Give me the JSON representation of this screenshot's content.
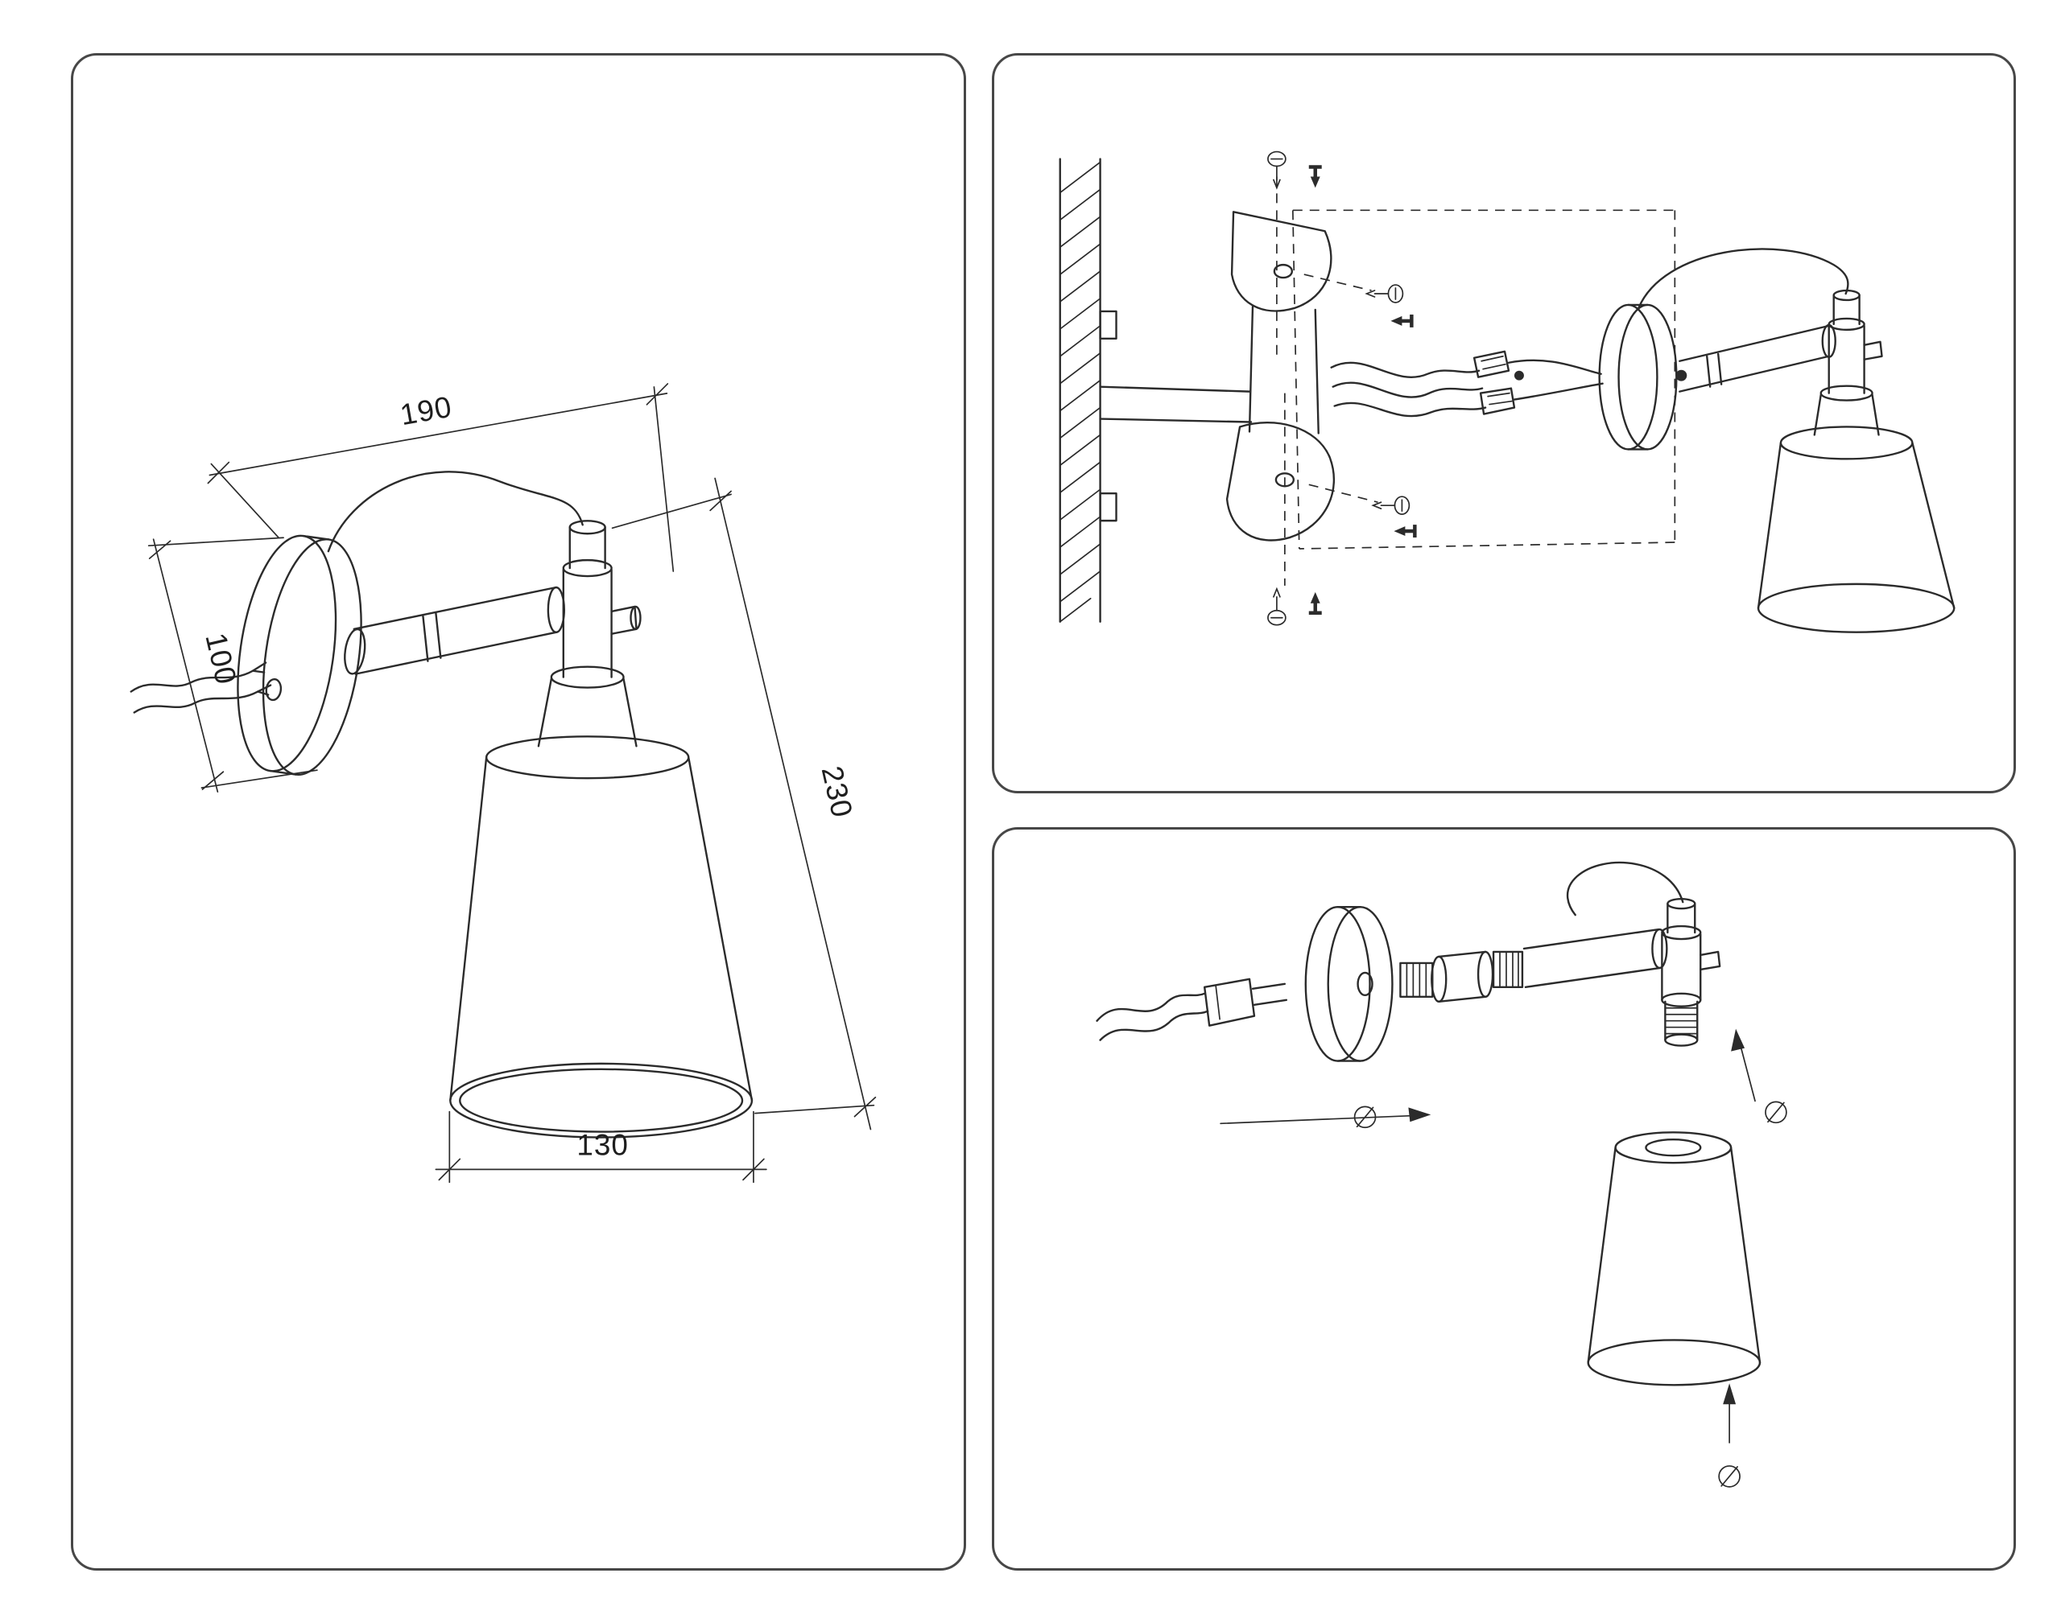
{
  "colors": {
    "background": "#ffffff",
    "line": "#2b2b2b",
    "panel_border": "#474747"
  },
  "dimension_labels": {
    "arm_span": "190",
    "backplate_diameter": "100",
    "overall_height": "230",
    "shade_diameter": "130"
  }
}
